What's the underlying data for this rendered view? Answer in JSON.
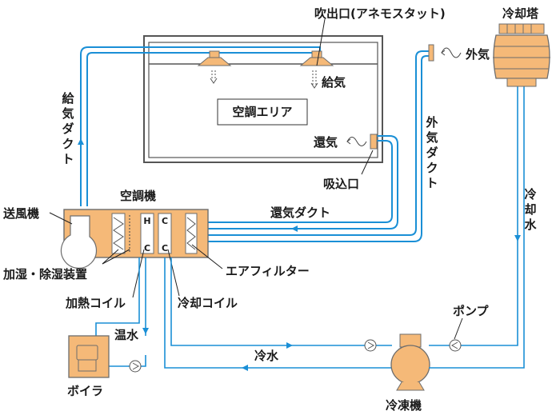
{
  "labels": {
    "diffuser": "吹出口(アネモスタット)",
    "cooling_tower": "冷却塔",
    "outside_air": "外気",
    "supply_air": "給気",
    "room": "空調エリア",
    "return_air": "還気",
    "intake": "吸込口",
    "supply_duct": "給\n気\nダ\nク\nト",
    "outside_air_duct": "外\n気\nダ\nク\nト",
    "cooling_water_v": "冷\n却\n水",
    "ahu": "空調機",
    "fan": "送風機",
    "return_duct": "還気ダクト",
    "humidifier": "加湿・除湿装置",
    "air_filter": "エアフィルター",
    "heating_coil": "加熱コイル",
    "cooling_coil": "冷却コイル",
    "hot_water": "温水",
    "cold_water": "冷水",
    "pump": "ポンプ",
    "boiler": "ボイラ",
    "chiller": "冷凍機",
    "coil_h": "H",
    "coil_c": "C"
  },
  "colors": {
    "pipe": "#1a8fd6",
    "equipment": "#f5b978",
    "outline": "#6d6d6d"
  }
}
